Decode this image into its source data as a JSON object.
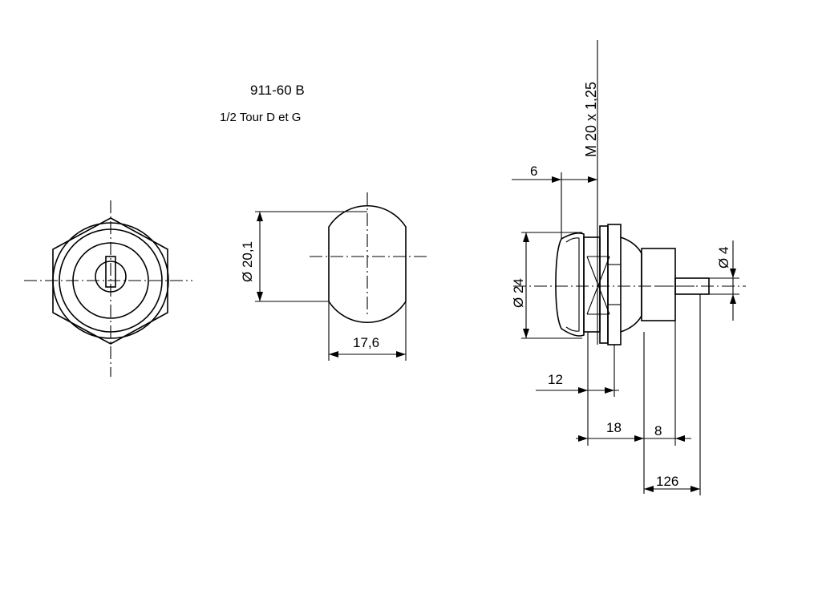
{
  "header": {
    "reference": "911-60 B",
    "subtitle": "1/2 Tour D et G"
  },
  "dimensions": {
    "diam_head": "Ø 20,1",
    "width_flat": "17,6",
    "thread": "M 20 x 1,25",
    "flange": "6",
    "diam_body": "Ø 24",
    "diam_pin": "Ø 4",
    "body_12": "12",
    "length_18": "18",
    "length_8": "8",
    "pin_126": "126"
  }
}
